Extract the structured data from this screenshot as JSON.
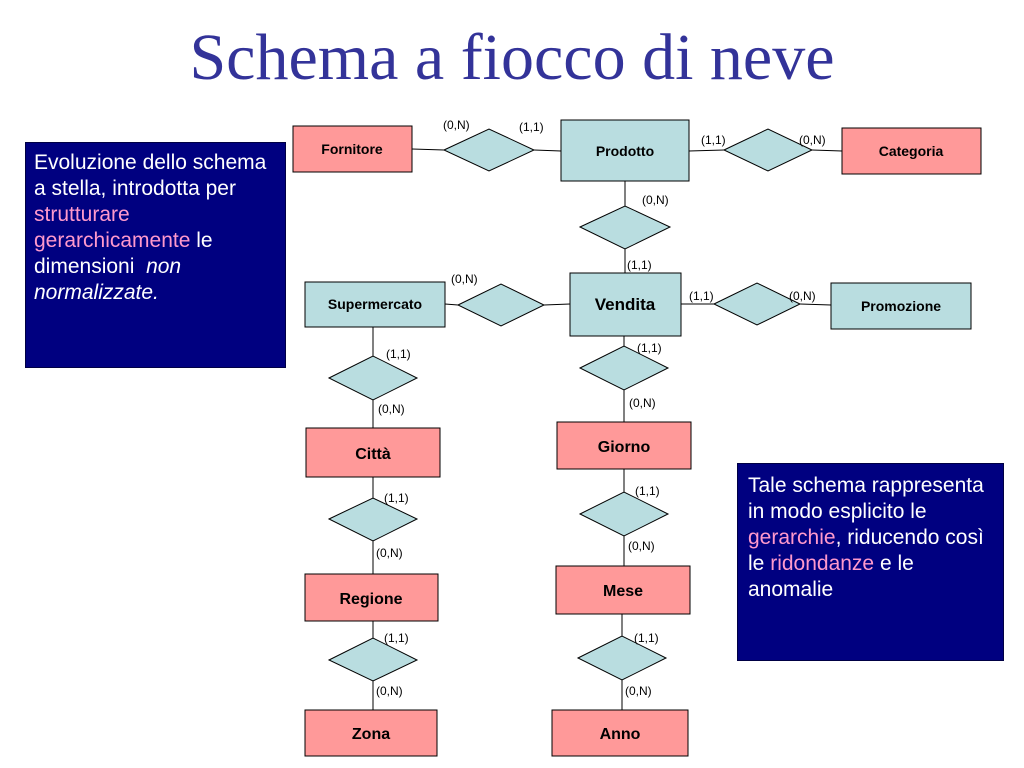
{
  "title": "Schema a fiocco di neve",
  "left_note": {
    "t1": "Evoluzione dello schema a stella, introdotta per",
    "t2": "strutturare gerarchicamente",
    "t3": "le dimensioni",
    "t4": "non normalizzate."
  },
  "right_note": {
    "t1": "Tale schema rappresenta in modo esplicito le",
    "t2": "gerarchie",
    "t3": ", riducendo così le",
    "t4": "ridondanze",
    "t5": "e le anomalie"
  },
  "entities": {
    "fornitore": "Fornitore",
    "prodotto": "Prodotto",
    "categoria": "Categoria",
    "supermercato": "Supermercato",
    "vendita": "Vendita",
    "promozione": "Promozione",
    "citta": "Città",
    "giorno": "Giorno",
    "regione": "Regione",
    "mese": "Mese",
    "zona": "Zona",
    "anno": "Anno"
  },
  "cardinalities": {
    "fornitore_rel": "(0,N)",
    "prodotto_fornitore": "(1,1)",
    "prodotto_categoria": "(1,1)",
    "categoria_rel": "(0,N)",
    "prodotto_vendita": "(0,N)",
    "vendita_prodotto": "(1,1)",
    "supermercato_rel": "(0,N)",
    "vendita_promozione": "(1,1)",
    "promozione_rel": "(0,N)",
    "supermercato_citta": "(1,1)",
    "citta_supermercato": "(0,N)",
    "vendita_giorno": "(1,1)",
    "giorno_vendita": "(0,N)",
    "citta_regione": "(1,1)",
    "regione_citta": "(0,N)",
    "giorno_mese": "(1,1)",
    "mese_giorno": "(0,N)",
    "regione_zona": "(1,1)",
    "zona_regione": "(0,N)",
    "mese_anno": "(1,1)",
    "anno_mese": "(0,N)"
  }
}
